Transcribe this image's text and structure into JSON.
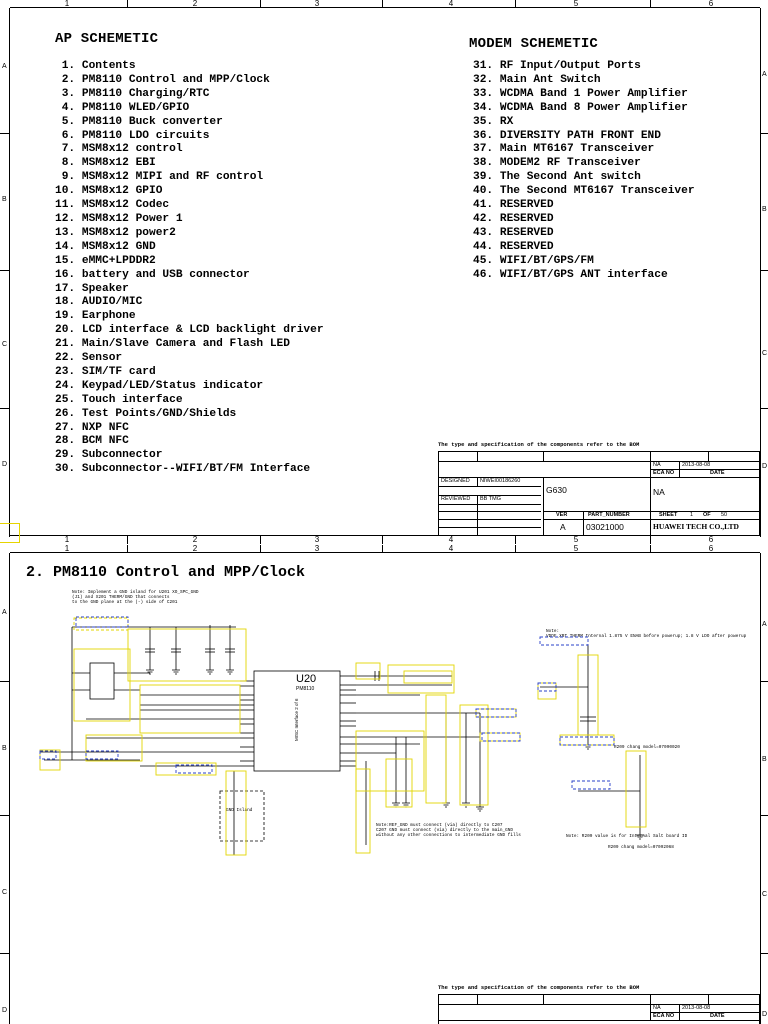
{
  "sheet1": {
    "columns": [
      "1",
      "2",
      "3",
      "4",
      "5",
      "6"
    ],
    "rows": [
      "A",
      "B",
      "C",
      "D"
    ],
    "ap_heading": "AP SCHEMETIC",
    "modem_heading": "MODEM SCHEMETIC",
    "ap_items": [
      " 1. Contents",
      " 2. PM8110 Control and MPP/Clock",
      " 3. PM8110 Charging/RTC",
      " 4. PM8110 WLED/GPIO",
      " 5. PM8110 Buck converter",
      " 6. PM8110 LDO circuits",
      " 7. MSM8x12 control",
      " 8. MSM8x12 EBI",
      " 9. MSM8x12 MIPI and RF control",
      "10. MSM8x12 GPIO",
      "11. MSM8x12 Codec",
      "12. MSM8x12 Power 1",
      "13. MSM8x12 power2",
      "14. MSM8x12 GND",
      "15. eMMC+LPDDR2",
      "16. battery and USB connector",
      "17. Speaker",
      "18. AUDIO/MIC",
      "19. Earphone",
      "20. LCD interface & LCD backlight driver",
      "21. Main/Slave Camera and Flash LED",
      "22. Sensor",
      "23. SIM/TF card",
      "24. Keypad/LED/Status indicator",
      "25. Touch interface",
      "26. Test Points/GND/Shields",
      "27. NXP NFC",
      "28. BCM NFC",
      "29. Subconnector",
      "30. Subconnector--WIFI/BT/FM Interface"
    ],
    "modem_items": [
      "31. RF Input/Output Ports",
      "32. Main Ant Switch",
      "33. WCDMA Band 1 Power Amplifier",
      "34. WCDMA Band 8 Power Amplifier",
      "35. RX",
      "36. DIVERSITY PATH FRONT END",
      "37. Main MT6167 Transceiver",
      "38. MODEM2 RF Transceiver",
      "39. The Second Ant switch",
      "40. The Second MT6167 Transceiver",
      "41. RESERVED",
      "42. RESERVED",
      "43. RESERVED",
      "44. RESERVED",
      "45. WIFI/BT/GPS/FM",
      "46. WIFI/BT/GPS ANT interface"
    ],
    "title_block": {
      "note": "The type and specification of the components  refer to the BOM",
      "na_small": "NA",
      "date_value": "2013-08-08",
      "eca_no_label": "ECA NO",
      "date_label": "DATE",
      "designed_label": "DESIGNED",
      "designed_value": "NIWEI00186260",
      "reviewed_label": "REVIEWED",
      "reviewed_value": "BB TMG",
      "model": "G630",
      "na_big": "NA",
      "ver_label": "VER",
      "part_number_label": "PART_NUMBER",
      "sheet_label": "SHEET",
      "sheet_num": "1",
      "of_label": "OF",
      "sheet_total": "50",
      "ver_value": "A",
      "part_number_value": "03021000",
      "company": "HUAWEI TECH CO.,LTD"
    }
  },
  "sheet2": {
    "columns": [
      "1",
      "2",
      "3",
      "4",
      "5",
      "6"
    ],
    "rows": [
      "A",
      "B",
      "C",
      "D"
    ],
    "title": "2. PM8110 Control and MPP/Clock",
    "chip": {
      "ref": "U20",
      "part": "PM8110",
      "section": "MISC Interface 2 of 6"
    },
    "note_top_left": "Note: Implement a GND island for U201 XO_SPC_GND\n(J1) and X201 THERM/GND that connects\nto the GND plane at the (-) side of C201",
    "note_top_right": "Note:\nVDDF_XBT_THERM Internal 1.875 V ENAB before powerup; 1.8 V LDO after powerup",
    "gnd_island": "GND Island",
    "note_bottom": "Note:REF_GND must connect (via) directly to C207\nC207 GND must connect (via) directly to the main_GND\nwithout any other connections to intermediate GND fills",
    "note_r209": "Note: R209 value is for Internal Salt board ID",
    "r209_change_top": "R209 chang model=07090020",
    "r209_change_bottom": "R209 chang model=07092068",
    "title_block": {
      "note": "The type and specification of the components  refer to the BOM",
      "na_small": "NA",
      "date_value": "2013-08-08",
      "eca_no_label": "ECA NO",
      "date_label": "DATE"
    }
  }
}
